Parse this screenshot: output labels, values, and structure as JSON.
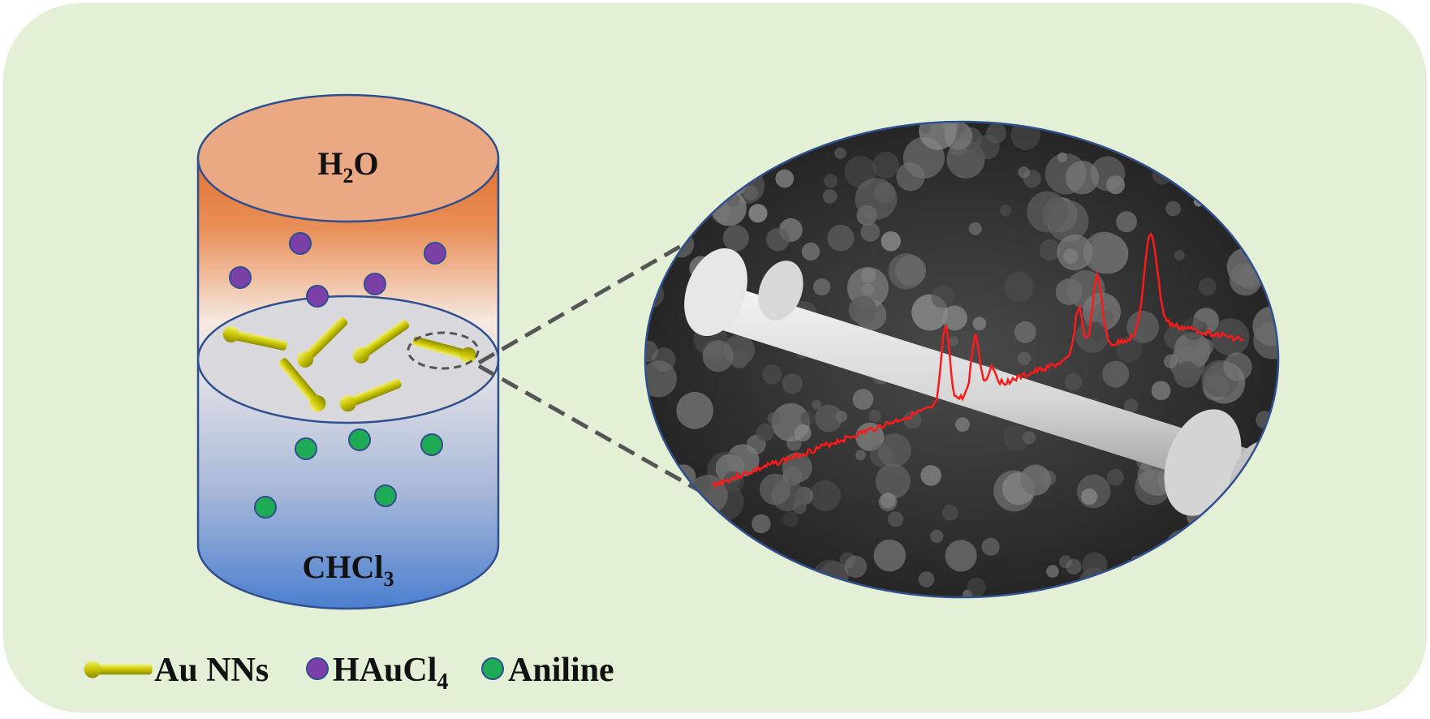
{
  "colors": {
    "panel_background": "#e3f0d6",
    "water_top": "#eaa883",
    "water_band": "#e0732f",
    "chcl3_bottom": "#4a7fd0",
    "interface": "#d8d8dd",
    "cylinder_outline": "#2f4f8f",
    "au_nn": "#c8c400",
    "haucl4": "#7b3fa8",
    "aniline": "#1faa55",
    "spectrum": "#ff1a1a",
    "zoom_lines": "#555555"
  },
  "labels": {
    "water": {
      "main": "H",
      "sub": "2",
      "tail": "O"
    },
    "chloroform": {
      "main": "CHCl",
      "sub": "3"
    }
  },
  "legend": {
    "items": [
      {
        "icon": "au-nn-rod-icon",
        "text": "Au NNs"
      },
      {
        "icon": "haucl4-dot-icon",
        "main": "HAuCl",
        "sub": "4"
      },
      {
        "icon": "aniline-dot-icon",
        "text": "Aniline"
      }
    ]
  }
}
